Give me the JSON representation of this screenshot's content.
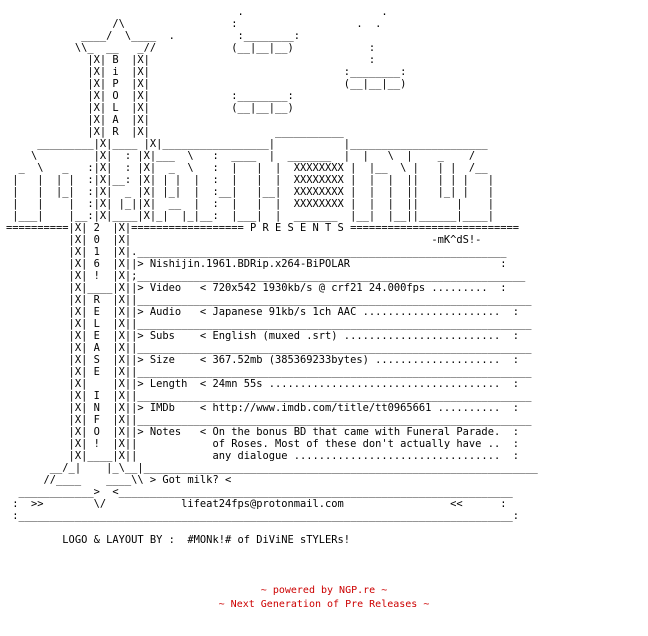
{
  "nfo_lines": [
    "                                     .                      .",
    "                 /\\                 :                   .  .",
    "            ____/  \\____  .          :________:",
    "           \\\\_  __   _//            (__|__|__)            :",
    "             |X| B  |X|                                   :",
    "             |X| i  |X|                               :________:",
    "             |X| P  |X|                               (__|__|__)",
    "             |X| O  |X|             :________:",
    "             |X| L  |X|             (__|__|__)",
    "             |X| A  |X|",
    "             |X| R  |X|                    ___________",
    "     _________|X|____ |X|_________________|           |______________________",
    "    \\         |X|  : |X|___  \\   :  ____  |  _______  |  |   \\  |    _    /",
    "  _  \\   _   :|X|  : |X|  _  \\   :  |   |  |  XXXXXXXX |  |__  \\ |   | |  /__",
    " |   |  | |  :|X|__: |X| | |  |  :  |   |  |  XXXXXXXX |  |  |  ||   | | |   |",
    " |   |  |_|  :|X|  _ |X| |_|  |  :__|   |__|  XXXXXXXX |  |  |  ||   |_| |   |",
    " |   |    |  :|X| |_||X|  __  |  :  |   |  |  XXXXXXXX |  |  |  ||      |    |",
    " |___|    |__:|X|____|X|_|  |_|__:  |___|  |  _______  |__|  |__||______|____|",
    "==========|X| 2  |X|================== P R E S E N T S ===========================",
    "          |X| 0  |X|                                                -mK^dS!-",
    "          |X| 1  |X|.___________________________________________________________",
    "          |X| 6  |X||> Nishijin.1961.BDRip.x264-BiPOLAR                        :",
    "          |X| !  |X|;______________________________________________________________",
    "          |X|____|X||> Video   < 720x542 1930kb/s @ crf21 24.000fps .........  :",
    "          |X| R  |X||_______________________________________________________________",
    "          |X| E  |X||> Audio   < Japanese 91kb/s 1ch AAC ......................  :",
    "          |X| L  |X||_______________________________________________________________",
    "          |X| E  |X||> Subs    < English (muxed .srt) .........................  :",
    "          |X| A  |X||_______________________________________________________________",
    "          |X| S  |X||> Size    < 367.52mb (385369233bytes) ....................  :",
    "          |X| E  |X||_______________________________________________________________",
    "          |X|    |X||> Length  < 24mn 55s .....................................  :",
    "          |X| I  |X||_______________________________________________________________",
    "          |X| N  |X||> IMDb    < http://www.imdb.com/title/tt0965661 ..........  :",
    "          |X| F  |X||_______________________________________________________________",
    "          |X| O  |X||> Notes   < On the bonus BD that came with Funeral Parade.  :",
    "          |X| !  |X||            of Roses. Most of these don't actually have ..  :",
    "          |X|____|X||            any dialogue .................................  :",
    "       __/_|    |_\\__|_______________________________________________________________",
    "      //____    ____\\\\ > Got milk? <",
    "  ____________>  <_______________________________________________________________",
    " :  >>        \\/            lifeat24fps@protonmail.com                 <<      :",
    " :_______________________________________________________________________________:",
    "",
    "         LOGO & LAYOUT BY :  #MONk!# of DiViNE sTYLERs!"
  ],
  "footer": {
    "line1": "~ powered by NGP.re ~",
    "line2": "~ Next Generation of Pre Releases ~"
  },
  "colors": {
    "text": "#000000",
    "footer": "#cc0000",
    "background": "#ffffff"
  }
}
